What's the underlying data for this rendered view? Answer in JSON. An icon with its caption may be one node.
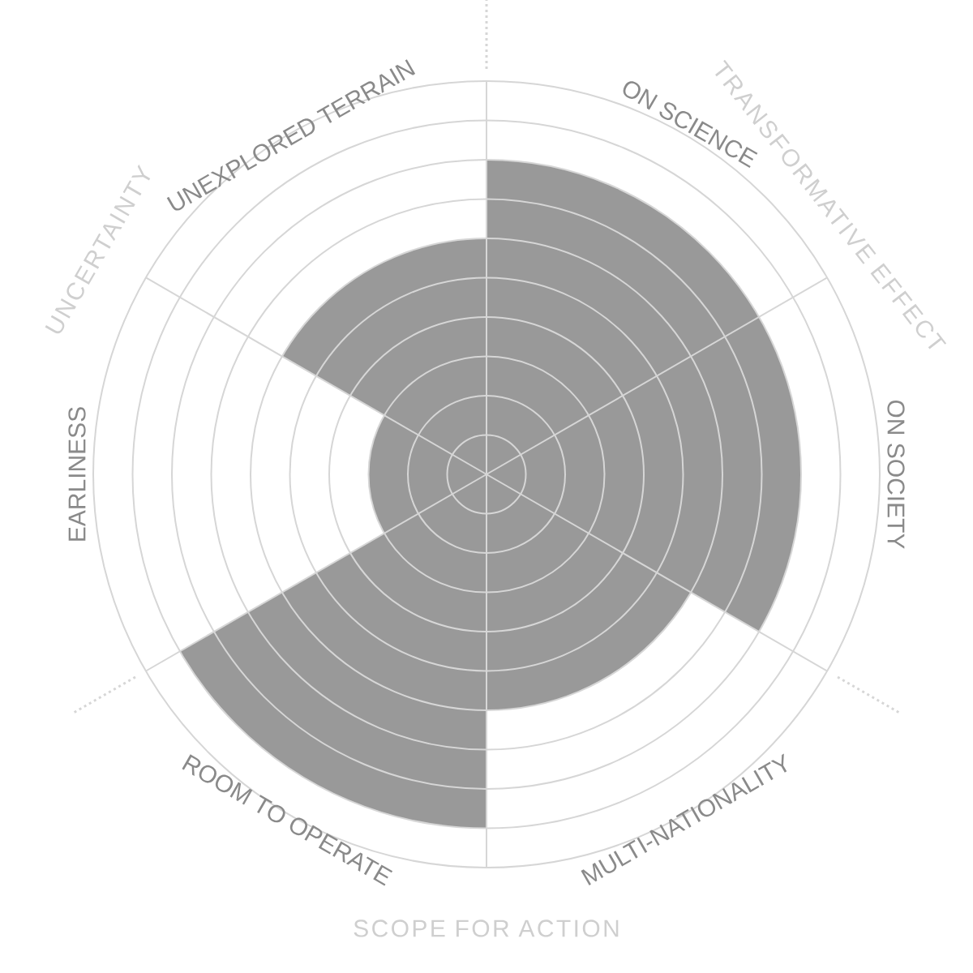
{
  "diagram": {
    "labels": [
      "TRANSFORMATIVE EFFECT",
      "UNEXPLORED TERRAIN",
      "ON SCIENCE",
      "UNCERTAINTY",
      "EARLINESS",
      "ON SOCIETY",
      "MULTI-NATIONALITY",
      "ROOM TO OPERATE",
      "SCOPE FOR ACTION"
    ]
  }
}
